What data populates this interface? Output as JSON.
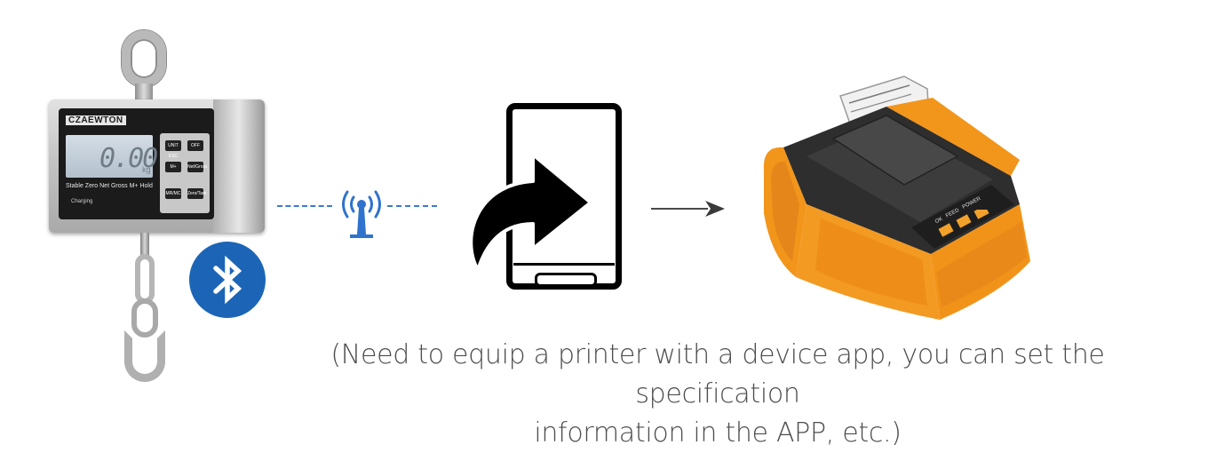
{
  "scale": {
    "brand": "CZAEWTON",
    "display_value": "0.00",
    "display_unit": "kg",
    "indicators": "Stable Zero  Net Gross  M+  Hold",
    "charging_label": "Charging",
    "keys": [
      "UNIT ESC",
      "OFF",
      "M+",
      "Net/Gross",
      "MR/MC",
      "Zero/Tare"
    ]
  },
  "printer": {
    "keys": [
      "OK",
      "FEED",
      "POWER"
    ]
  },
  "icons": {
    "bluetooth": "bluetooth-icon",
    "signal": "wireless-antenna-icon",
    "share": "share-arrow-icon",
    "arrow": "right-arrow-icon"
  },
  "colors": {
    "bluetooth_badge": "#1c65b6",
    "signal": "#2f73cc",
    "printer_accent": "#f2951b",
    "printer_body": "#2b2b2b"
  },
  "caption": {
    "line1": "(Need to equip a printer with a device app, you can set the specification",
    "line2": "information in the APP, etc.)"
  }
}
